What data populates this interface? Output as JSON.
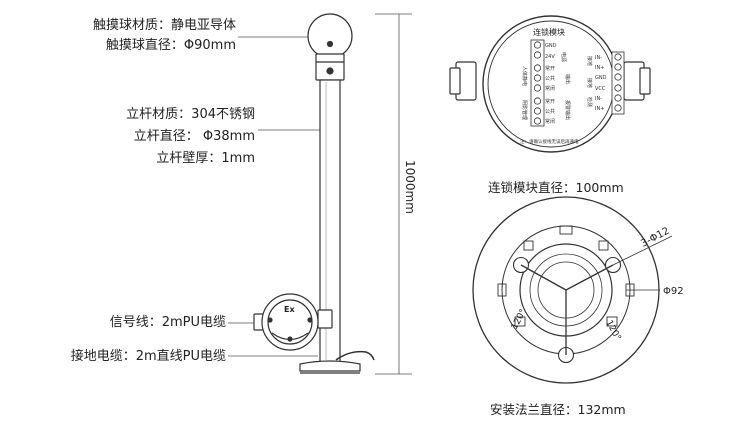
{
  "left_labels": {
    "ball_material": "触摸球材质：静电亚导体",
    "ball_diameter": "触摸球直径：Φ90mm",
    "pole_material": "立杆材质：304不锈钢",
    "pole_diameter": "立杆直径：  Φ38mm",
    "pole_wall": "立杆壁厚：1mm",
    "signal_line": "信号线：2mPU电缆",
    "ground_cable": "接地电缆：2m直线PU电缆"
  },
  "height_dim": "1000mm",
  "junction_mark": "Ex",
  "module": {
    "title": "连锁模块",
    "caption": "连锁模块直径：100mm",
    "left_terms": [
      "GND",
      "24V",
      "常开",
      "公共",
      "常闭",
      "常开",
      "公共",
      "常闭"
    ],
    "left_groups": [
      "电源",
      "人体静电",
      "输出",
      "报警输出"
    ],
    "left_group_side": [
      "人体静电",
      "阴影管理"
    ],
    "right_terms": [
      "IN-",
      "IN+",
      "GND",
      "VCC",
      "IN-",
      "IN+"
    ],
    "right_groups": [
      "接地",
      "接地",
      "检测"
    ],
    "note": "注：请确认接线无误后再通电"
  },
  "flange": {
    "holes": "3-Φ12",
    "pcd": "Φ92",
    "angle_left": "120°",
    "angle_right": "120°",
    "caption": "安装法兰直径：132mm"
  }
}
